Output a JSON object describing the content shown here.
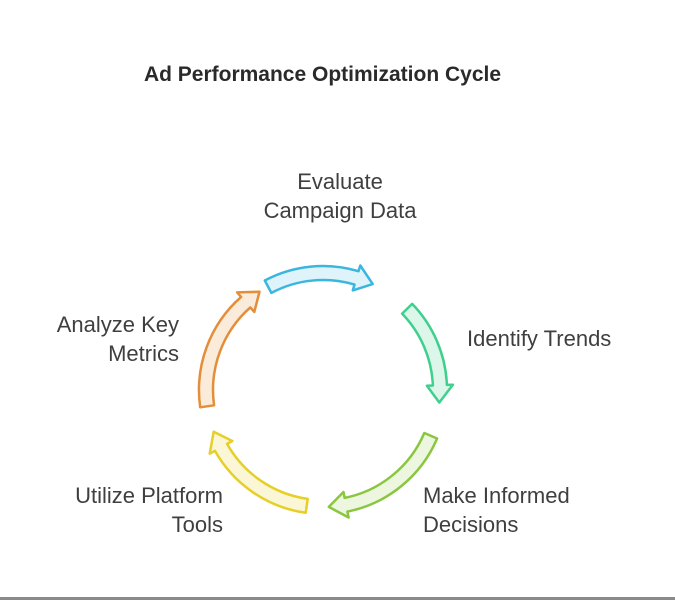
{
  "title": "Ad Performance Optimization Cycle",
  "steps": [
    {
      "line1": "Evaluate",
      "line2": "Campaign Data",
      "color": "#3bb6de",
      "fill": "#dff3fa"
    },
    {
      "line1": "Identify Trends",
      "line2": "",
      "color": "#3fcf8e",
      "fill": "#dcf6ea"
    },
    {
      "line1": "Make Informed",
      "line2": "Decisions",
      "color": "#8ac640",
      "fill": "#edf7df"
    },
    {
      "line1": "Utilize Platform",
      "line2": "Tools",
      "color": "#e6cf27",
      "fill": "#fbf6d6"
    },
    {
      "line1": "Analyze Key",
      "line2": "Metrics",
      "color": "#e38e39",
      "fill": "#fbebdb"
    }
  ]
}
